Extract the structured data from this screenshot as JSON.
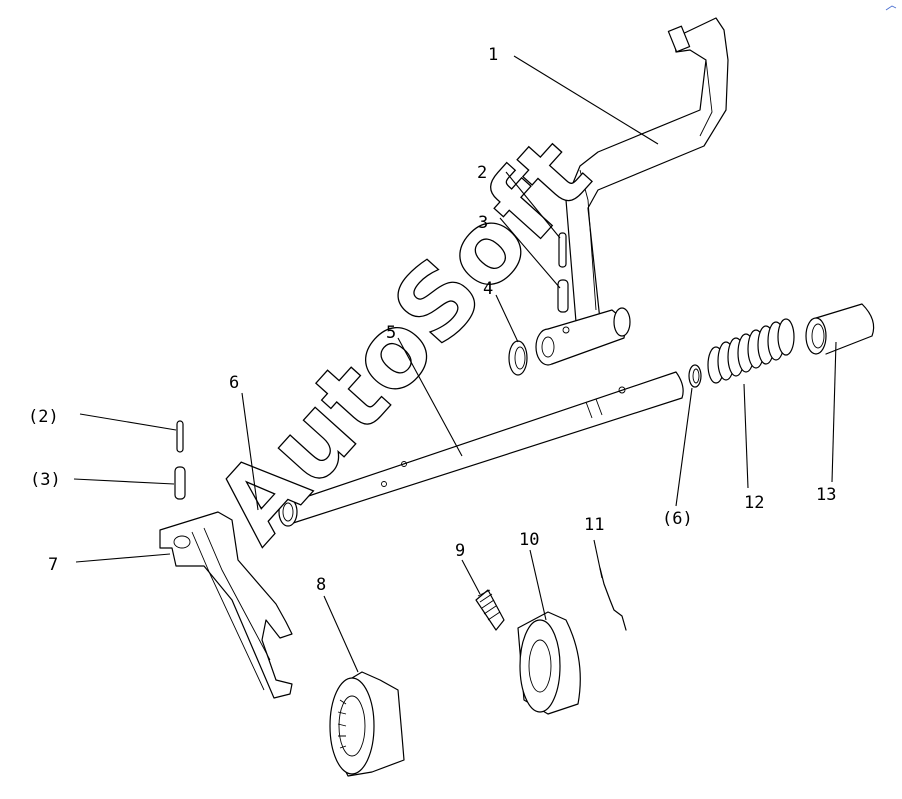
{
  "watermark": "AutoSoft",
  "labels": {
    "l1": "1",
    "l2": "2",
    "l3": "3",
    "l4": "4",
    "l5": "5",
    "l6": "6",
    "l6b": "(6)",
    "l7": "7",
    "l8": "8",
    "l9": "9",
    "l10": "10",
    "l11": "11",
    "l12": "12",
    "l13": "13",
    "l2b": "(2)",
    "l3b": "(3)"
  }
}
